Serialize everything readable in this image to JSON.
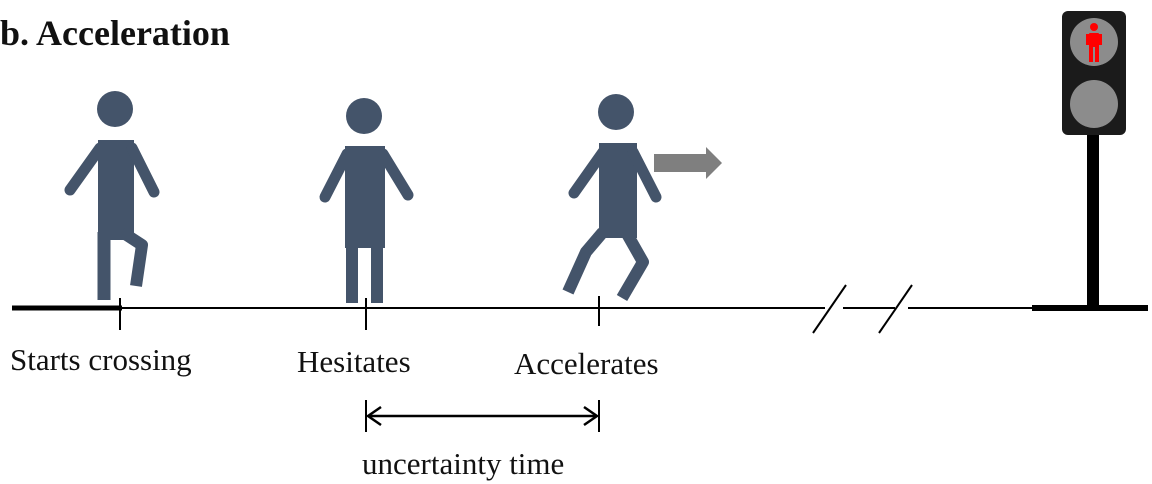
{
  "title": "b. Acceleration",
  "stages": {
    "start": "Starts crossing",
    "hesitate": "Hesitates",
    "accelerate": "Accelerates"
  },
  "interval_label": "uncertainty time",
  "icons": [
    "pedestrian-icon",
    "motion-arrow-icon",
    "traffic-light-icon"
  ],
  "colors": {
    "figure": "#44546a",
    "arrow": "#7f7f7f",
    "light_housing": "#1b1b1b",
    "lamp_off": "#8c8c8c",
    "red_man": "#ff0000",
    "line": "#000000"
  }
}
